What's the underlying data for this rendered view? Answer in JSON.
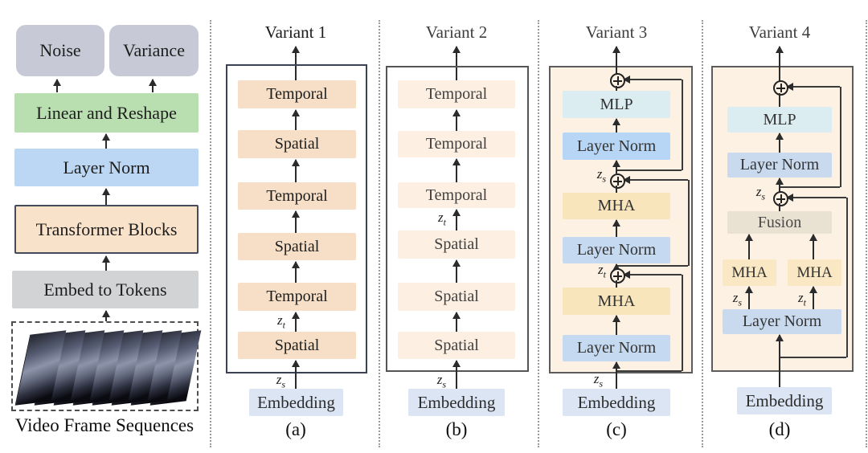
{
  "figure": {
    "left_panel": {
      "outputs": [
        "Noise",
        "Variance"
      ],
      "linear_reshape": "Linear and Reshape",
      "layer_norm": "Layer Norm",
      "transformer_blocks": "Transformer Blocks",
      "embed_tokens": "Embed to Tokens",
      "caption": "Video Frame Sequences"
    },
    "math": {
      "z": "z",
      "sub_s": "s",
      "sub_t": "t"
    },
    "variants": [
      {
        "title": "Variant 1",
        "caption": "(a)",
        "embedding": "Embedding",
        "blocks": [
          "Temporal",
          "Spatial",
          "Temporal",
          "Spatial",
          "Temporal",
          "Spatial"
        ]
      },
      {
        "title": "Variant 2",
        "caption": "(b)",
        "embedding": "Embedding",
        "blocks": [
          "Temporal",
          "Temporal",
          "Temporal",
          "Spatial",
          "Spatial",
          "Spatial"
        ]
      },
      {
        "title": "Variant 3",
        "caption": "(c)",
        "embedding": "Embedding",
        "blocks": [
          "MLP",
          "Layer Norm",
          "MHA",
          "Layer Norm",
          "MHA",
          "Layer Norm"
        ]
      },
      {
        "title": "Variant 4",
        "caption": "(d)",
        "embedding": "Embedding",
        "blocks": [
          "MLP",
          "Layer Norm",
          "Fusion",
          "MHA",
          "MHA",
          "Layer Norm"
        ]
      }
    ],
    "colors": {
      "output_box": "#c7cad6",
      "linear_reshape": "#b9dfb1",
      "layer_norm_left": "#bcd7f3",
      "transformer_blocks": "#f9e2ca",
      "embed_tokens": "#d2d3d4",
      "variant1_block": "#f6dfc6",
      "variant2_block": "#fdf0e3",
      "panel_background": "#fcf1e3",
      "mlp": "#dcedf2",
      "layer_norm_blue": "#b7d5f4",
      "layer_norm_light": "#c9daef",
      "mha": "#f9e5bb",
      "fusion": "#e9e1d2",
      "embedding": "#dbe5f4"
    }
  }
}
